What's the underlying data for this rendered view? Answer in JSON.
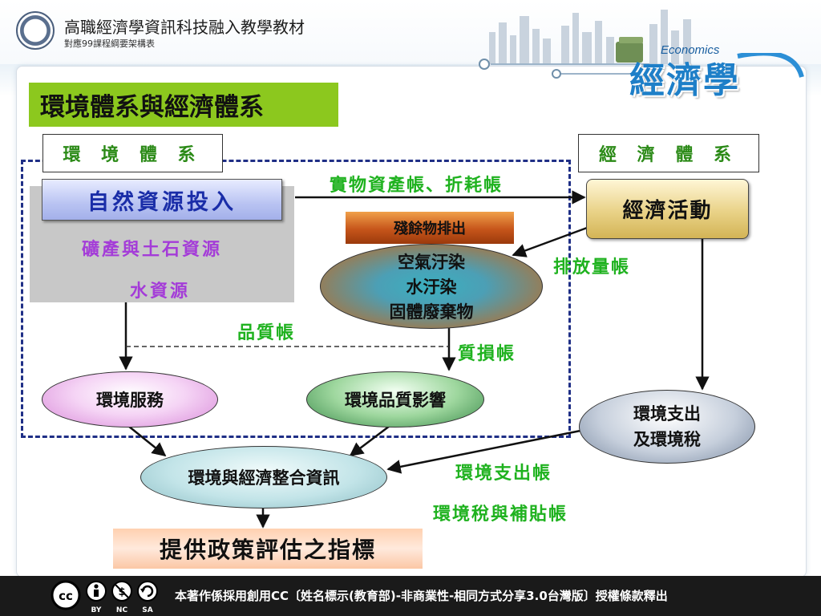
{
  "header": {
    "title": "高職經濟學資訊科技融入教學教材",
    "subtitle": "對應99課程綱要架構表",
    "brand_en": "Economics",
    "brand_cn": "經濟學"
  },
  "slide": {
    "title": "環境體系與經濟體系",
    "environment_system": "環 境 體 系",
    "economic_system": "經 濟 體 系",
    "natural_resource_input": "自然資源投入",
    "mineral_resources": "礦產與土石資源",
    "water_resources": "水資源",
    "economic_activity": "經濟活動",
    "residual_discharge": "殘餘物排出",
    "pollution": [
      "空氣汙染",
      "水汙染",
      "固體廢棄物"
    ],
    "environmental_service": "環境服務",
    "environmental_quality_impact": "環境品質影響",
    "environmental_expenditure": [
      "環境支出",
      "及環境稅"
    ],
    "integrated_information": "環境與經濟整合資訊",
    "policy_indicator": "提供政策評估之指標",
    "accounts": {
      "physical_asset_depreciation": "實物資產帳、折耗帳",
      "emission": "排放量帳",
      "quality": "品質帳",
      "quality_damage": "質損帳",
      "environmental_expenditure": "環境支出帳",
      "tax_subsidy": "環境稅與補貼帳"
    }
  },
  "footer": {
    "cc_labels": [
      "BY",
      "NC",
      "SA"
    ],
    "license_text": "本著作係採用創用CC〔姓名標示(教育部)-非商業性-相同方式分享3.0台灣版〕授權條款釋出"
  },
  "colors": {
    "title_bg": "#8cc81e",
    "label_green": "#1fb21f",
    "dash_frame": "#1f2f86",
    "purple_text": "#a43cd8",
    "nat_text": "#1a2da8"
  }
}
